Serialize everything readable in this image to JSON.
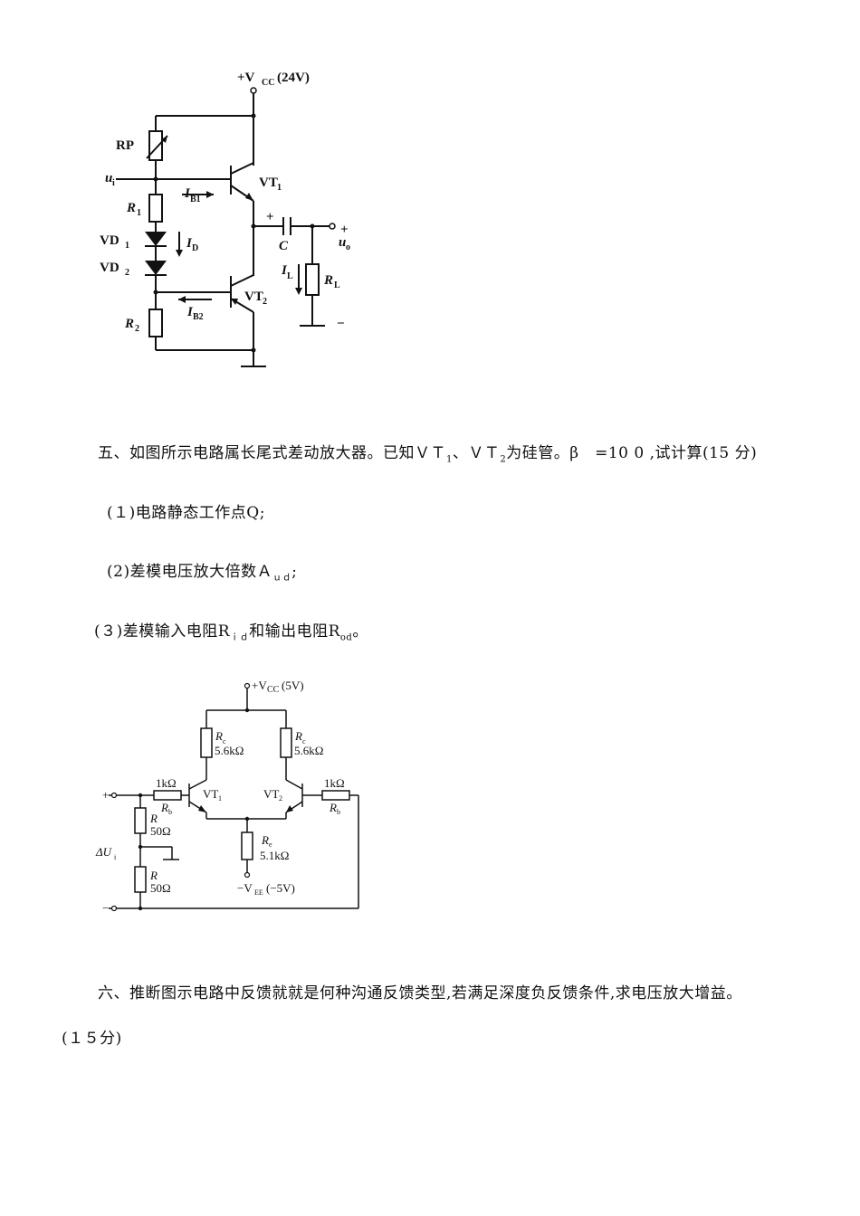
{
  "circuit1": {
    "vcc_label": "+V",
    "vcc_sub": "CC",
    "vcc_value": "(24V)",
    "rp": "RP",
    "ui": "u",
    "ui_sub": "i",
    "r1": "R",
    "r1_sub": "1",
    "ib1": "I",
    "ib1_sub": "B1",
    "vd1": "VD",
    "vd1_sub": "1",
    "id": "I",
    "id_sub": "D",
    "vd2": "VD",
    "vd2_sub": "2",
    "r2": "R",
    "r2_sub": "2",
    "ib2": "I",
    "ib2_sub": "B2",
    "vt1": "VT",
    "vt1_sub": "1",
    "vt2": "VT",
    "vt2_sub": "2",
    "cap_plus": "+",
    "cap": "C",
    "il": "I",
    "il_sub": "L",
    "rl": "R",
    "rl_sub": "L",
    "uo": "u",
    "uo_sub": "o",
    "out_plus": "+",
    "out_minus": "−"
  },
  "question5": {
    "title_main": "五、如图所示电路属长尾式差动放大器。已知ＶＴ",
    "title_sub1": "1",
    "title_mid": "、ＶＴ",
    "title_sub2": "2",
    "title_end": "为硅管。β　=10 0 ,试计算(15 分)",
    "item1": "(１)电路静态工作点Q;",
    "item2_main": "(2)差模电压放大倍数Ａ",
    "item2_sub": "ｕｄ",
    "item2_end": ";",
    "item3_main": "(３)差模输入电阻R",
    "item3_sub1": "ｉｄ",
    "item3_mid": "和输出电阻R",
    "item3_sub2": "od",
    "item3_end": "。"
  },
  "circuit2": {
    "vcc_label": "+V",
    "vcc_sub": "CC",
    "vcc_value": "(5V)",
    "rc_left": "R",
    "rc_left_sub": "c",
    "rc_left_val": "5.6kΩ",
    "rc_right": "R",
    "rc_right_sub": "c",
    "rc_right_val": "5.6kΩ",
    "rb_left_val": "1kΩ",
    "rb_left": "R",
    "rb_left_sub": "b",
    "rb_right_val": "1kΩ",
    "rb_right": "R",
    "rb_right_sub": "b",
    "vt1": "VT",
    "vt1_sub": "1",
    "vt2": "VT",
    "vt2_sub": "2",
    "re": "R",
    "re_sub": "e",
    "re_val": "5.1kΩ",
    "vee_label": "−V",
    "vee_sub": "EE",
    "vee_value": "(−5V)",
    "r_top": "R",
    "r_top_val": "50Ω",
    "r_bot": "R",
    "r_bot_val": "50Ω",
    "plus": "+",
    "minus": "−",
    "dui": "ΔU",
    "dui_sub": "i"
  },
  "question6": {
    "line1": "六、推断图示电路中反馈就就是何种沟通反馈类型,若满足深度负反馈条件,求电压放大增益。",
    "line2": "(１５分)"
  }
}
